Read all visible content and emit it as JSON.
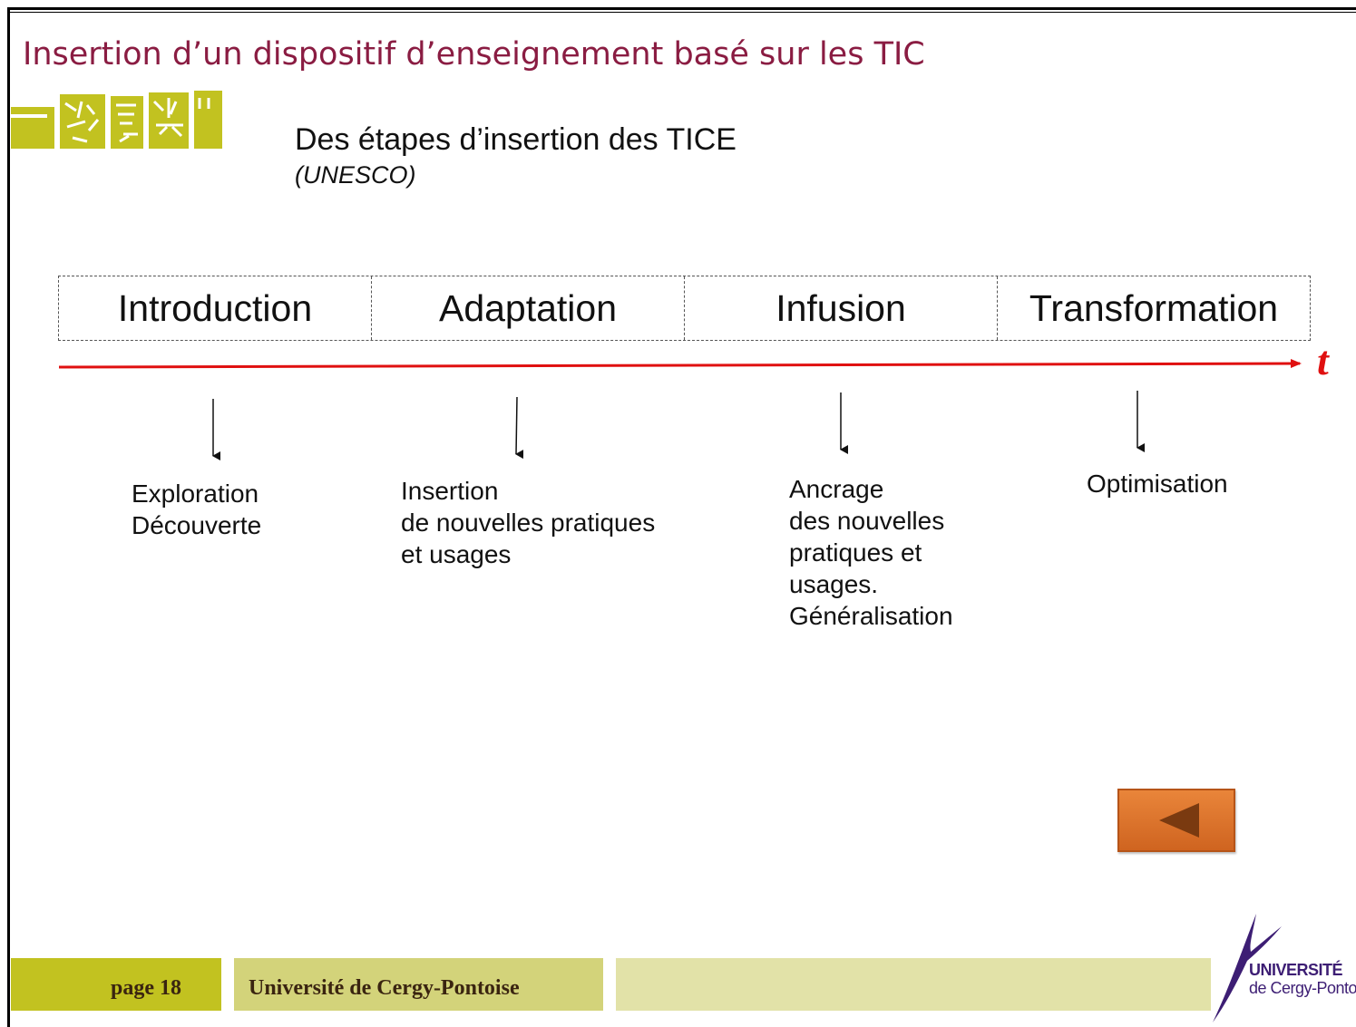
{
  "header": {
    "title": "Insertion d’un dispositif d’enseignement basé sur les TIC"
  },
  "slide": {
    "subtitle": "Des étapes d’insertion des TICE",
    "source": "(UNESCO)",
    "phases": [
      "Introduction",
      "Adaptation",
      "Infusion",
      "Transformation"
    ],
    "time_label": "t",
    "stages": [
      "Exploration\nDécouverte",
      "Insertion\nde nouvelles pratiques\net usages",
      "Ancrage\ndes nouvelles\npratiques et\nusages.\nGénéralisation",
      "Optimisation"
    ]
  },
  "navigation": {
    "back_icon": "triangle-left-icon"
  },
  "footer": {
    "page_label": "page 18",
    "university": "Université de Cergy-Pontoise",
    "logo_line1": "UNIVERSITÉ",
    "logo_line2": "de Cergy-Pontoise"
  },
  "colors": {
    "title": "#8a1c42",
    "timeline": "#e01010",
    "footer_olive": "#c2c220",
    "button_orange": "#e07a30",
    "logo_purple": "#3d1e74"
  }
}
